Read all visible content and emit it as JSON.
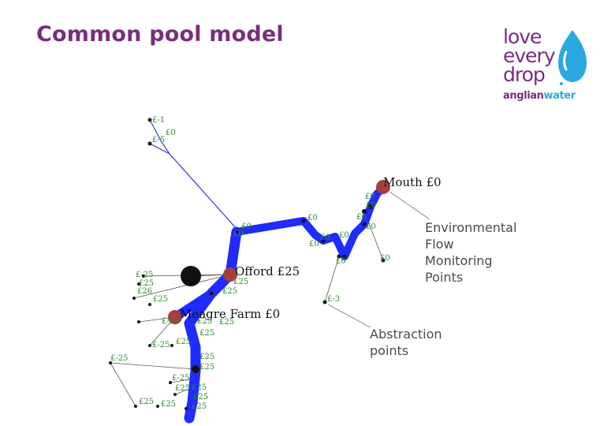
{
  "title": "Common pool model",
  "logo": {
    "line1": "love",
    "line2": "every",
    "line3": "drop",
    "brand_part1": "anglian",
    "brand_part2": "water",
    "colors": {
      "purple": "#7b2d7d",
      "blue": "#2aa9e0"
    }
  },
  "callouts": {
    "environmental": [
      "Environmental",
      "Flow",
      "Monitoring",
      "Points"
    ],
    "abstraction": [
      "Abstraction",
      "points"
    ]
  },
  "diagram": {
    "colors": {
      "river": "#1f2bff",
      "thin_line": "#2a37d8",
      "monitor": "#a3403a",
      "node": "#111111",
      "label": "#2e8b2e",
      "site_label": "#111111"
    },
    "sites": {
      "mouth": "Mouth £0",
      "offord": "Offord £25",
      "meagre": "Meagre Farm £0"
    },
    "labels": {
      "a1": "£-1",
      "a2": "£0",
      "a3": "£-5",
      "b1": "£0",
      "b2": "£0",
      "b3": "£0",
      "b4": "£0",
      "b5": "£0",
      "b6": "£0",
      "b7": "£0",
      "c1": "£0",
      "c2": "£0",
      "c3": "£-3",
      "d1": "£0",
      "d2": "£0",
      "d3": "£0",
      "e1": "£-25",
      "e2": "£25",
      "e3": "£26",
      "e4": "£25",
      "e5": "£25",
      "f1": "£25",
      "f2": "£25",
      "f3": "£-25",
      "f4": "£25",
      "f5": "£-25",
      "f6": "£25",
      "g1": "£-25",
      "g2": "£25",
      "g3": "£25",
      "g4": "£-25",
      "g5": "£25",
      "g6": "£25",
      "h1": "£25",
      "h2": "£25",
      "h3": "£25",
      "h4": "£25",
      "h5": "£25"
    }
  }
}
